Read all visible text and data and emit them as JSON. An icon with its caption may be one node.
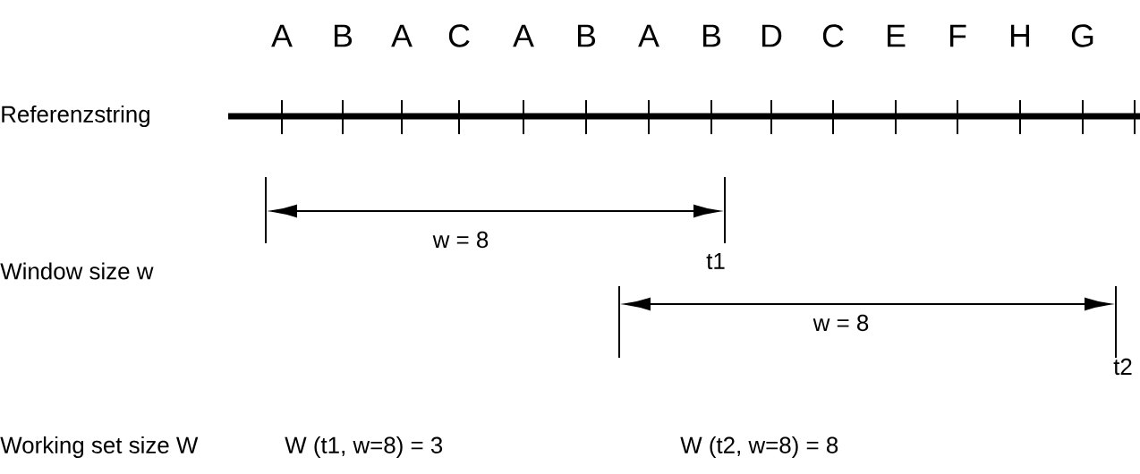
{
  "diagram": {
    "labels": [
      "A",
      "B",
      "A",
      "C",
      "A",
      "B",
      "A",
      "B",
      "D",
      "C",
      "E",
      "F",
      "H",
      "G",
      "Referenzstring",
      "w = 8",
      "t1",
      "Window size w",
      "w = 8",
      "t2",
      "Working set size W",
      "W (t1, w=8) = 3",
      "W (t2, w=8) = 8"
    ]
  }
}
